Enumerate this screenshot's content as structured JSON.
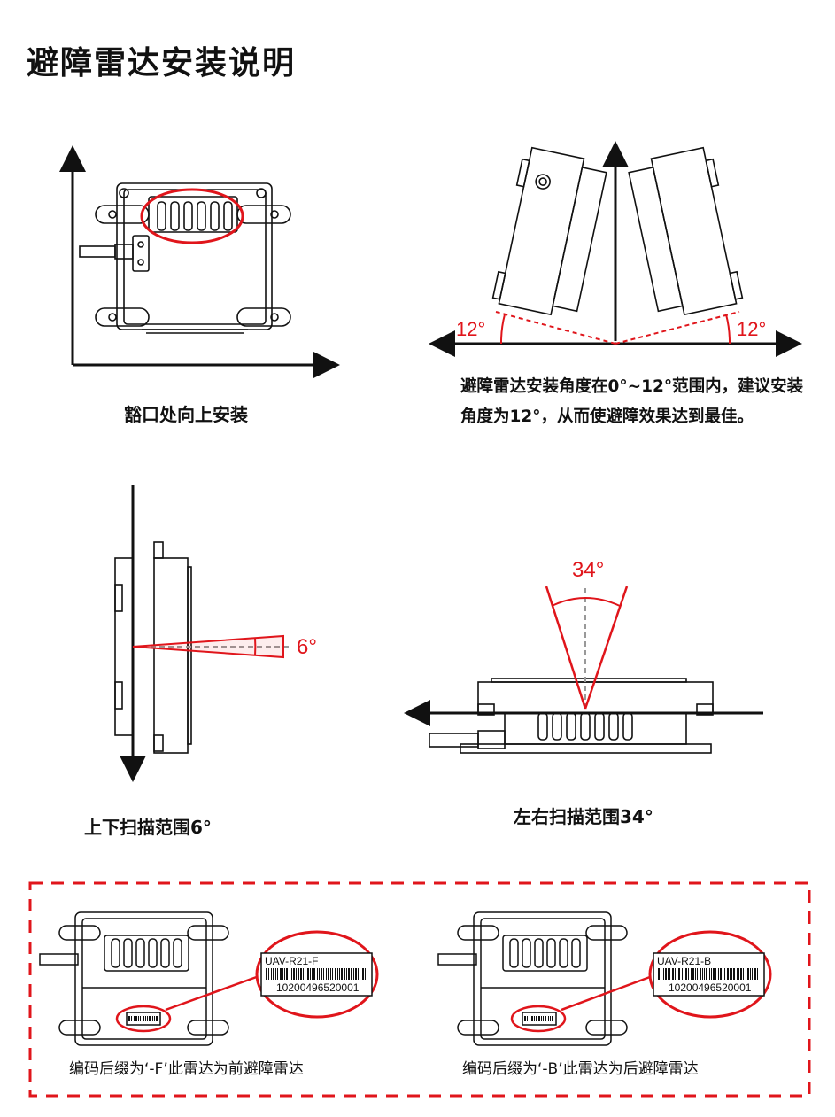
{
  "page": {
    "title": "避障雷达安装说明",
    "colors": {
      "accent": "#e0151b",
      "line": "#111111",
      "dashed_guide": "#999999"
    }
  },
  "section_mount": {
    "caption": "豁口处向上安装",
    "angle_left": "12°",
    "angle_right": "12°",
    "description": "避障雷达安装角度在0°~12°范围内，建议安装角度为12°，从而使避障效果达到最佳。"
  },
  "section_scan": {
    "vertical_caption": "上下扫描范围6°",
    "vertical_angle": "6°",
    "horizontal_caption": "左右扫描范围34°",
    "horizontal_angle": "34°"
  },
  "section_codes": {
    "front": {
      "model": "UAV-R21-F",
      "serial": "10200496520001",
      "caption": "编码后缀为‘-F’此雷达为前避障雷达"
    },
    "back": {
      "model": "UAV-R21-B",
      "serial": "10200496520001",
      "caption": "编码后缀为‘-B’此雷达为后避障雷达"
    }
  }
}
